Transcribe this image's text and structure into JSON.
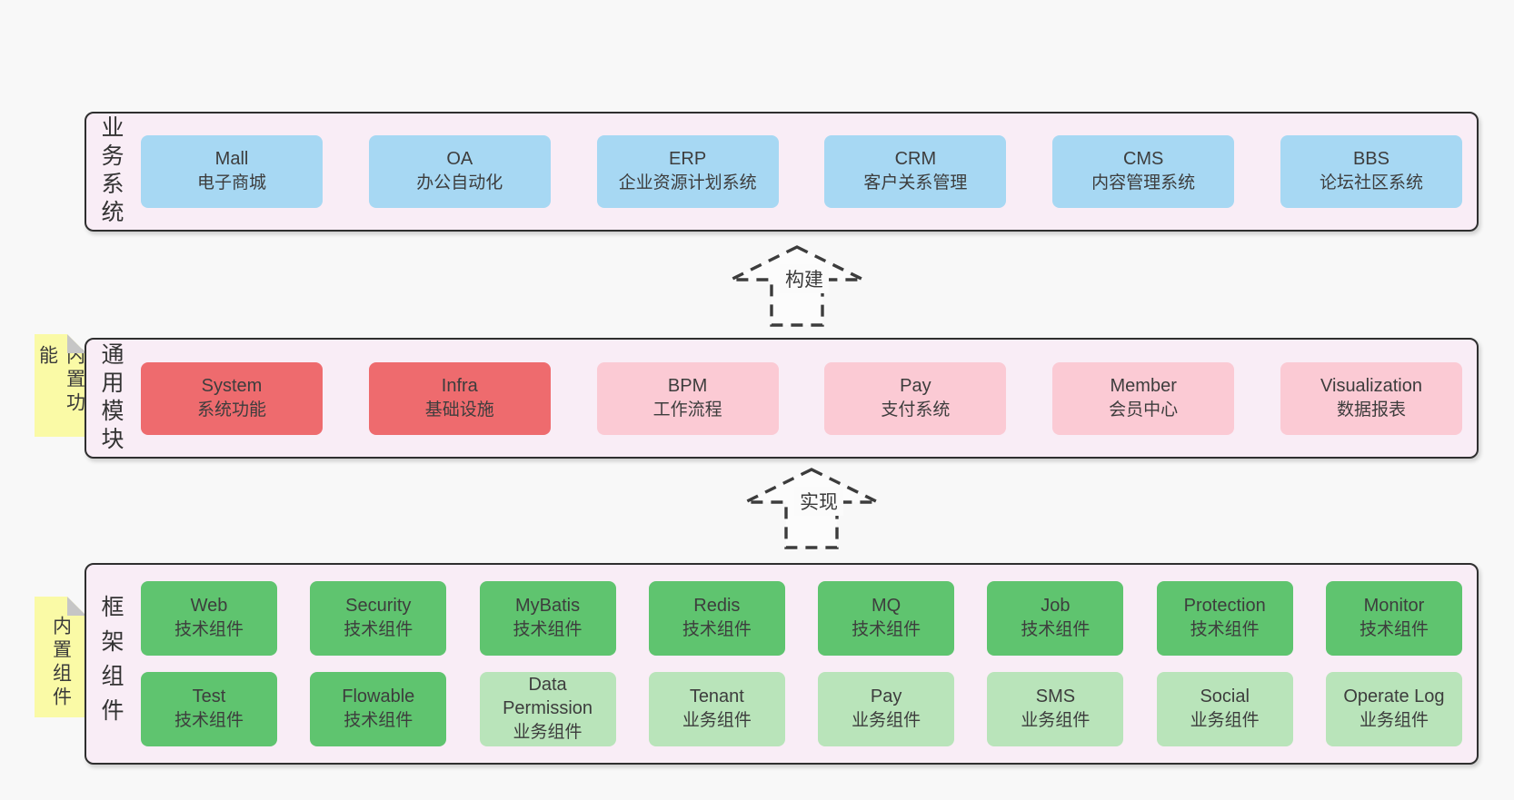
{
  "diagram": {
    "colors": {
      "page_bg": "#f8f8f8",
      "band_bg": "#f9edf6",
      "outline": "#2f2f2f",
      "note_bg": "#fafaa6",
      "note_fold": "#c6c6c6",
      "blue": "#a7d8f3",
      "red": "#ee6b6e",
      "pink": "#fbcad4",
      "green": "#5fc46f",
      "lightgreen": "#b9e4ba"
    },
    "bands": [
      {
        "id": "business-systems",
        "label": "业务系统",
        "boxes": [
          {
            "name": "Mall",
            "desc": "电子商城",
            "variant": "blue"
          },
          {
            "name": "OA",
            "desc": "办公自动化",
            "variant": "blue"
          },
          {
            "name": "ERP",
            "desc": "企业资源计划系统",
            "variant": "blue"
          },
          {
            "name": "CRM",
            "desc": "客户关系管理",
            "variant": "blue"
          },
          {
            "name": "CMS",
            "desc": "内容管理系统",
            "variant": "blue"
          },
          {
            "name": "BBS",
            "desc": "论坛社区系统",
            "variant": "blue"
          }
        ]
      },
      {
        "id": "common-modules",
        "label": "通用模块",
        "note": "内置功能",
        "boxes": [
          {
            "name": "System",
            "desc": "系统功能",
            "variant": "red"
          },
          {
            "name": "Infra",
            "desc": "基础设施",
            "variant": "red"
          },
          {
            "name": "BPM",
            "desc": "工作流程",
            "variant": "pink"
          },
          {
            "name": "Pay",
            "desc": "支付系统",
            "variant": "pink"
          },
          {
            "name": "Member",
            "desc": "会员中心",
            "variant": "pink"
          },
          {
            "name": "Visualization",
            "desc": "数据报表",
            "variant": "pink"
          }
        ]
      },
      {
        "id": "framework-components",
        "label": "框架组件",
        "note": "内置组件",
        "rows": [
          [
            {
              "name": "Web",
              "desc": "技术组件",
              "variant": "green"
            },
            {
              "name": "Security",
              "desc": "技术组件",
              "variant": "green"
            },
            {
              "name": "MyBatis",
              "desc": "技术组件",
              "variant": "green"
            },
            {
              "name": "Redis",
              "desc": "技术组件",
              "variant": "green"
            },
            {
              "name": "MQ",
              "desc": "技术组件",
              "variant": "green"
            },
            {
              "name": "Job",
              "desc": "技术组件",
              "variant": "green"
            },
            {
              "name": "Protection",
              "desc": "技术组件",
              "variant": "green"
            },
            {
              "name": "Monitor",
              "desc": "技术组件",
              "variant": "green"
            }
          ],
          [
            {
              "name": "Test",
              "desc": "技术组件",
              "variant": "green"
            },
            {
              "name": "Flowable",
              "desc": "技术组件",
              "variant": "green"
            },
            {
              "name": "Data Permission",
              "desc": "业务组件",
              "variant": "lightgreen"
            },
            {
              "name": "Tenant",
              "desc": "业务组件",
              "variant": "lightgreen"
            },
            {
              "name": "Pay",
              "desc": "业务组件",
              "variant": "lightgreen"
            },
            {
              "name": "SMS",
              "desc": "业务组件",
              "variant": "lightgreen"
            },
            {
              "name": "Social",
              "desc": "业务组件",
              "variant": "lightgreen"
            },
            {
              "name": "Operate Log",
              "desc": "业务组件",
              "variant": "lightgreen"
            }
          ]
        ]
      }
    ],
    "arrows": [
      {
        "label": "构建"
      },
      {
        "label": "实现"
      }
    ]
  }
}
